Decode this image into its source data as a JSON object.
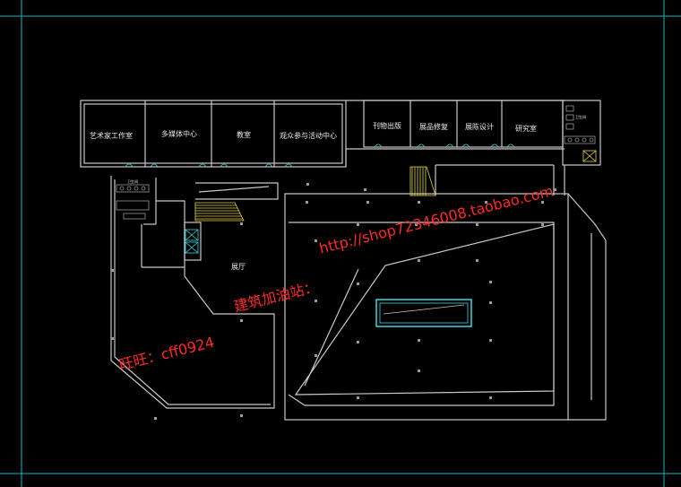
{
  "rooms": {
    "artist_studio": "艺术家工作室",
    "multimedia_center": "多媒体中心",
    "classroom": "教室",
    "visitor_activity_center": "观众参与活动中心",
    "publication": "刊物出版",
    "exhibit_restoration": "展品修复",
    "exhibition_design": "展陈设计",
    "research_room": "研究室",
    "toilet_right": "卫生间",
    "toilet_left": "卫生间",
    "lower_room": "展厅"
  },
  "watermark": {
    "wangwang": "旺旺：cff0924",
    "site_name": "建筑加油站：",
    "url": "http://shop72346008.taobao.com"
  },
  "colors": {
    "background": "#000000",
    "frame": "#1fb5c4",
    "wall": "#c8c8c8",
    "stair": "#e8d24a",
    "cyan_accent": "#3ad7e0",
    "watermark": "#ff2a2a"
  }
}
